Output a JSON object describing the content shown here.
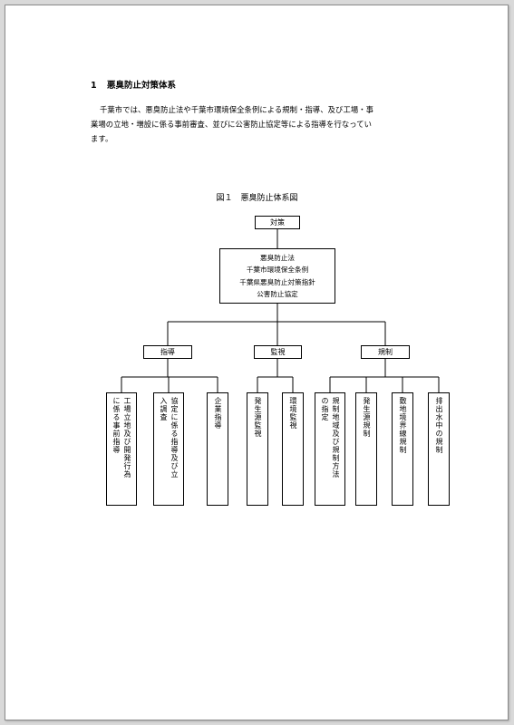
{
  "section": {
    "number": "1",
    "title": "悪臭防止対策体系",
    "body_lines": [
      "千葉市では、悪臭防止法や千葉市環境保全条例による規制・指導、及び工場・事",
      "業場の立地・増設に係る事前審査、並びに公害防止協定等による指導を行なってい",
      "ます。"
    ]
  },
  "figure": {
    "caption": "図１　悪臭防止体系図",
    "root": "対策",
    "laws": [
      "悪臭防止法",
      "千葉市環境保全条例",
      "千葉県悪臭防止対策指針",
      "公害防止協定"
    ],
    "categories": [
      {
        "label": "指導",
        "items": [
          "工場立地及び開発行為\nに係る事前指導",
          "協定に係る指導及び立\n入調査",
          "企業指導"
        ]
      },
      {
        "label": "監視",
        "items": [
          "発生源監視",
          "環境監視"
        ]
      },
      {
        "label": "規制",
        "items": [
          "規制地域及び規制方法\nの指定",
          "発生源規制",
          "敷地境界線規制",
          "排出水中の規制"
        ]
      }
    ]
  }
}
